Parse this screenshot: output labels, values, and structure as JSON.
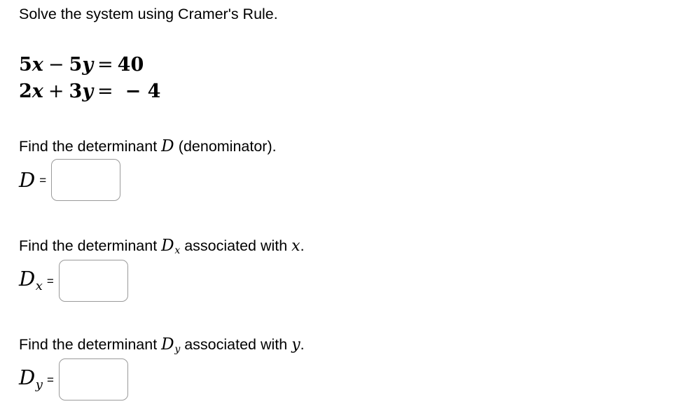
{
  "problem": {
    "instruction": "Solve the system using Cramer's Rule.",
    "system": {
      "equations": [
        {
          "term1_coeff": "5",
          "term1_var": "x",
          "operator": "−",
          "term2_coeff": "5",
          "term2_var": "y",
          "equals": "=",
          "rhs": "40"
        },
        {
          "term1_coeff": "2",
          "term1_var": "x",
          "operator": "+",
          "term2_coeff": "3",
          "term2_var": "y",
          "equals": "=",
          "rhs": "− 4"
        }
      ]
    }
  },
  "sections": [
    {
      "id": "determinant-d",
      "prompt_prefix": "Find the determinant ",
      "math_symbol": "D",
      "math_subscript": "",
      "prompt_suffix": " (denominator).",
      "suffix_var": "",
      "label_symbol": "D",
      "label_subscript": "",
      "equals_sign": "=",
      "input_value": "",
      "input_placeholder": ""
    },
    {
      "id": "determinant-dx",
      "prompt_prefix": "Find the determinant ",
      "math_symbol": "D",
      "math_subscript": "x",
      "prompt_suffix": " associated with ",
      "suffix_var": "x",
      "suffix_end": ".",
      "label_symbol": "D",
      "label_subscript": "x",
      "equals_sign": "=",
      "input_value": "",
      "input_placeholder": ""
    },
    {
      "id": "determinant-dy",
      "prompt_prefix": "Find the determinant ",
      "math_symbol": "D",
      "math_subscript": "y",
      "prompt_suffix": " associated with ",
      "suffix_var": "y",
      "suffix_end": ".",
      "label_symbol": "D",
      "label_subscript": "y",
      "equals_sign": "=",
      "input_value": "",
      "input_placeholder": ""
    }
  ],
  "style": {
    "background": "#ffffff",
    "text_color": "#000000",
    "input_border_color": "#9a9a9a"
  }
}
